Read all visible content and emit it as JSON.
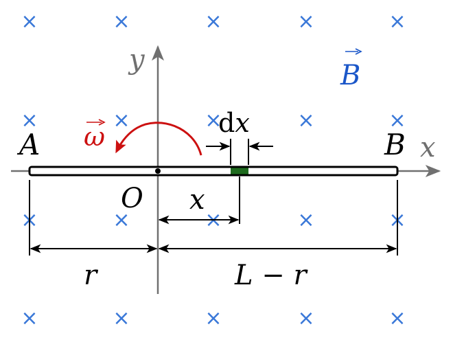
{
  "colors": {
    "field": "#3a78d8",
    "axis": "#707070",
    "rod": "#000000",
    "omega": "#cc1010",
    "element": "#1e6a1e",
    "B_vector": "#1a56c8"
  },
  "field_symbol": "×",
  "labels": {
    "x_axis": "x",
    "y_axis": "y",
    "origin": "O",
    "end_left": "A",
    "end_right": "B",
    "omega": "ω",
    "B_field": "B",
    "dx_d": "d",
    "dx_x": "x",
    "x_dist": "x",
    "r_dist": "r",
    "L_minus_r": "L − r"
  }
}
